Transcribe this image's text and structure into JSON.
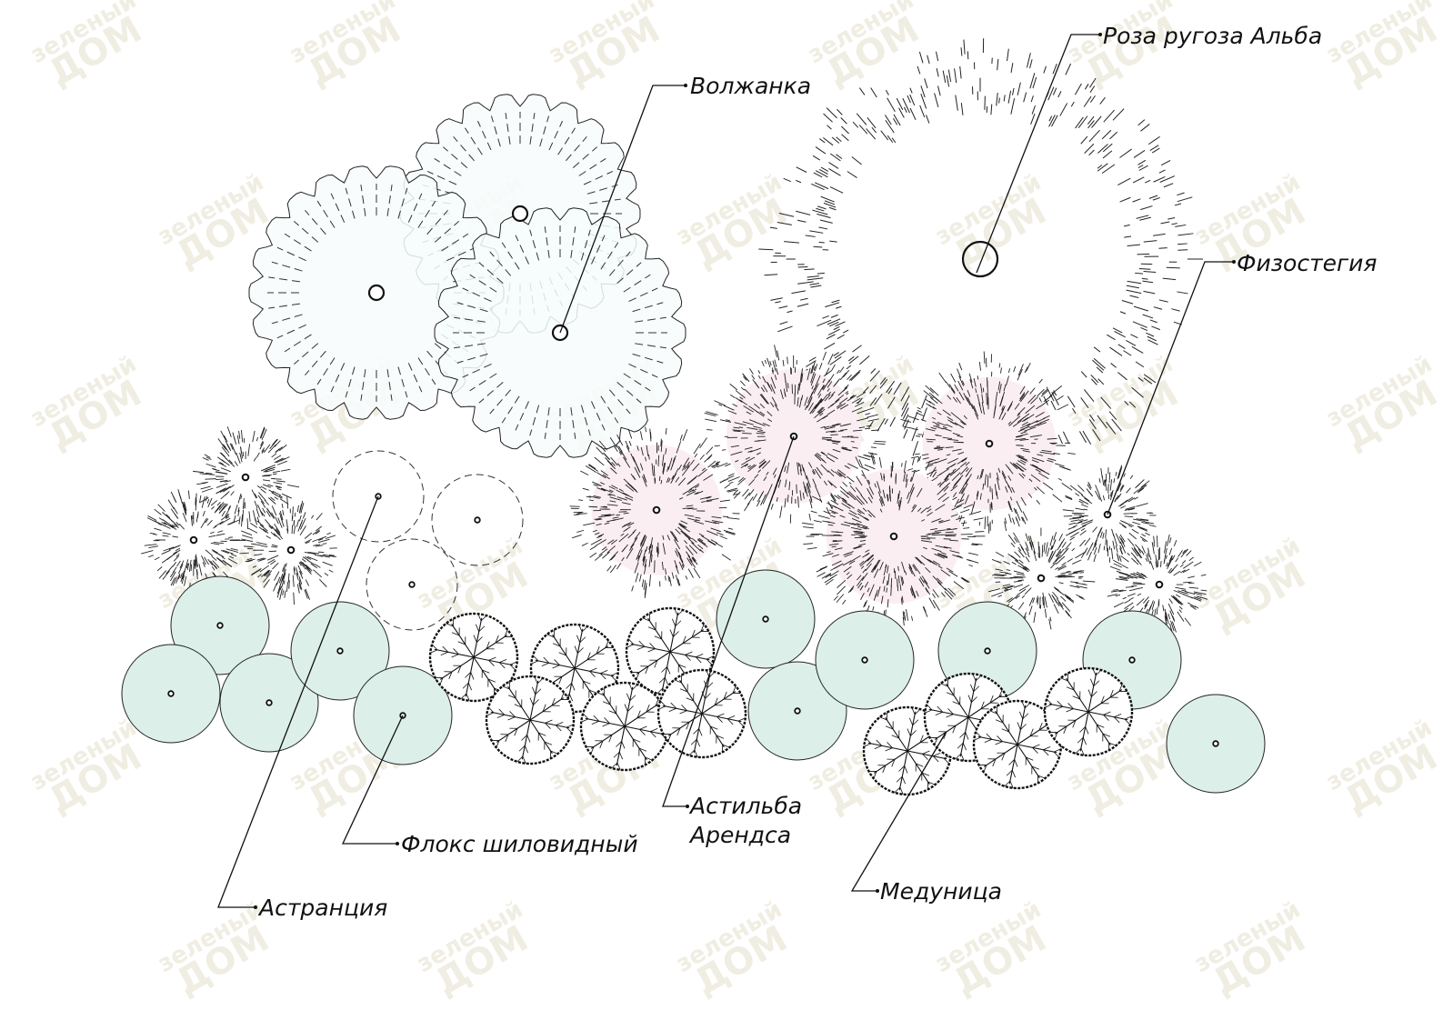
{
  "watermark": {
    "line1": "зеленый",
    "line2": "ДОМ"
  },
  "labels": {
    "volzhanka": "Волжанка",
    "roza": "Роза ругоза Альба",
    "fizostegia": "Физостегия",
    "astilba_line1": "Астильба",
    "astilba_line2": "Арендса",
    "floks": "Флокс шиловидный",
    "astrancia": "Астранция",
    "medunica": "Медуница"
  },
  "colors": {
    "astrancia_fill": "#dcefe8",
    "astilba_fill": "#fbeef2",
    "volzhanka_fill": "#f7fbfb",
    "line": "#111111",
    "watermark": "#e4e0cc"
  }
}
